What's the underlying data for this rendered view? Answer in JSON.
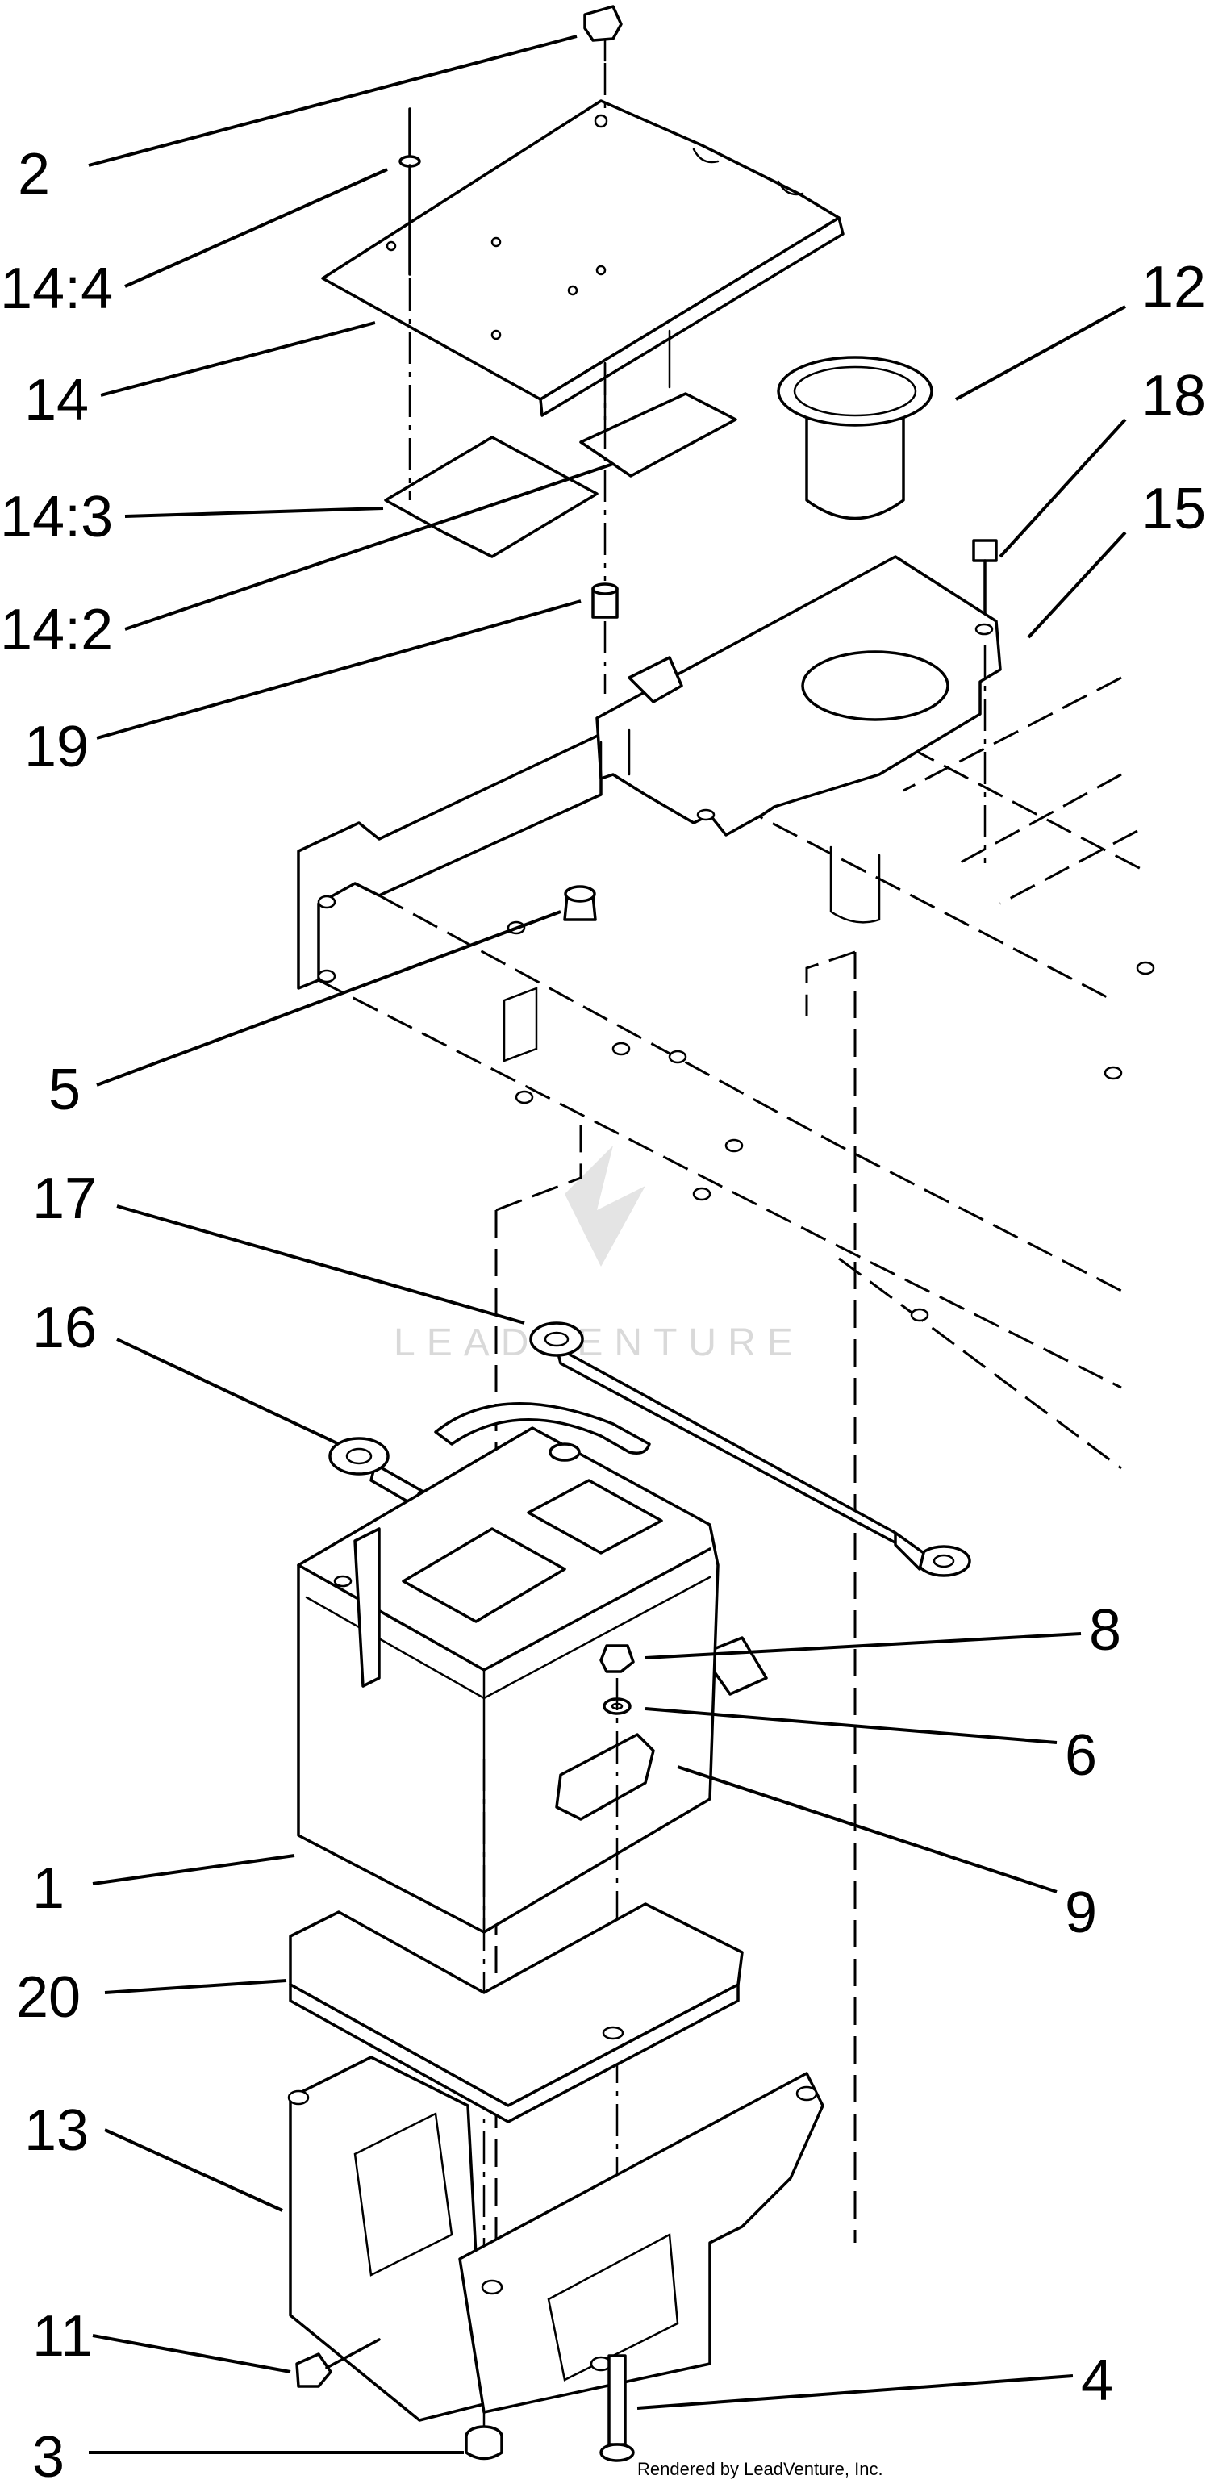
{
  "callouts": [
    "1",
    "2",
    "3",
    "4",
    "5",
    "6",
    "8",
    "9",
    "11",
    "12",
    "13",
    "14",
    "14:2",
    "14:3",
    "14:4",
    "15",
    "16",
    "17",
    "18",
    "19",
    "20"
  ],
  "watermark": "LEADVENTURE",
  "credit": "Rendered by LeadVenture, Inc."
}
